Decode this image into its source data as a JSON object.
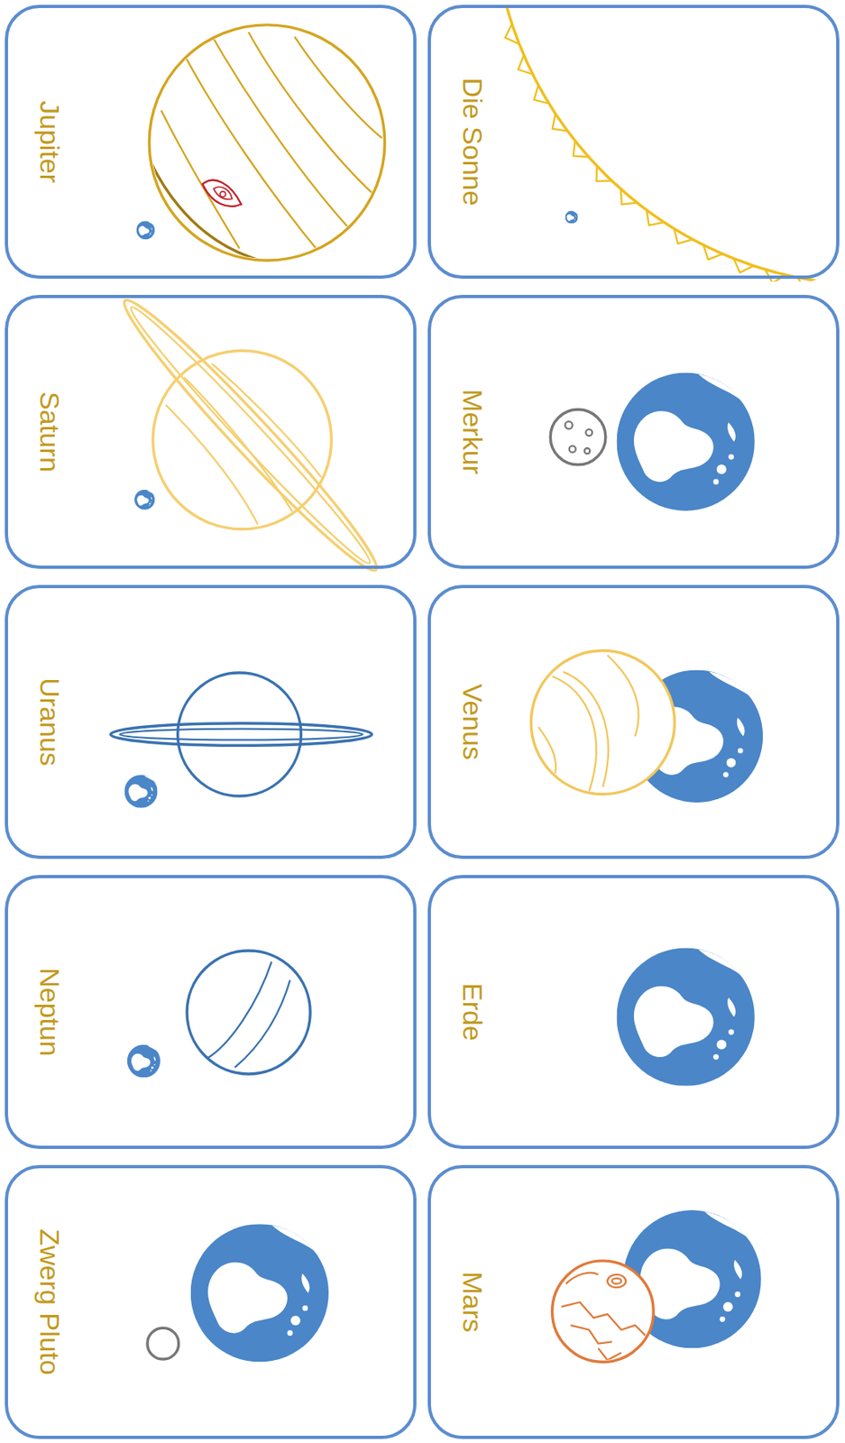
{
  "diagram": {
    "nodes": [
      {
        "text": [
          "Die Sonne"
        ]
      },
      {
        "text": [
          "Merkur"
        ]
      },
      {
        "text": [
          "Venus"
        ]
      },
      {
        "text": [
          "Erde"
        ]
      },
      {
        "text": [
          "Mars"
        ]
      },
      {
        "text": [
          "Jupiter"
        ]
      },
      {
        "text": [
          "Saturn"
        ]
      },
      {
        "text": [
          "Uranus"
        ]
      },
      {
        "text": [
          "Neptun"
        ]
      },
      {
        "text": [
          "Zwerg Pluto"
        ]
      }
    ]
  }
}
